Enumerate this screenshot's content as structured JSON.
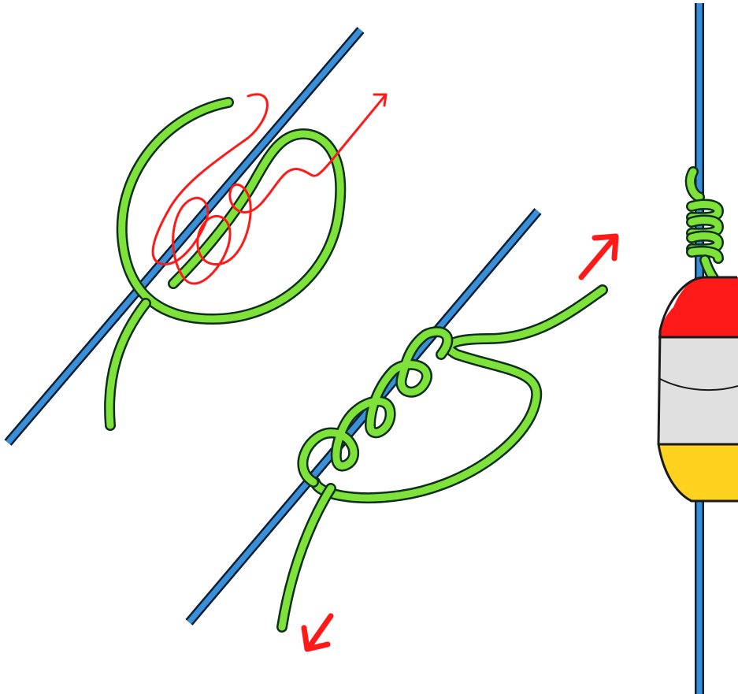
{
  "colors": {
    "main_line": "#3a8fd9",
    "main_line_outline": "#0d1f33",
    "stopper_line": "#7ee23a",
    "stopper_line_outline": "#0f2f1a",
    "guide_arrow": "#ff1a1a",
    "float_top": "#ff1a1a",
    "float_middle": "#e0e0e0",
    "float_bottom": "#ffd21f",
    "float_outline": "#1a1a1a",
    "background": "#ffffff"
  },
  "steps": [
    {
      "id": "step-1",
      "description_icon": "wrap-guide-arrow"
    },
    {
      "id": "step-2",
      "description_icon": "pull-tight-arrows"
    },
    {
      "id": "step-3",
      "description_icon": "float-with-stopper"
    }
  ]
}
